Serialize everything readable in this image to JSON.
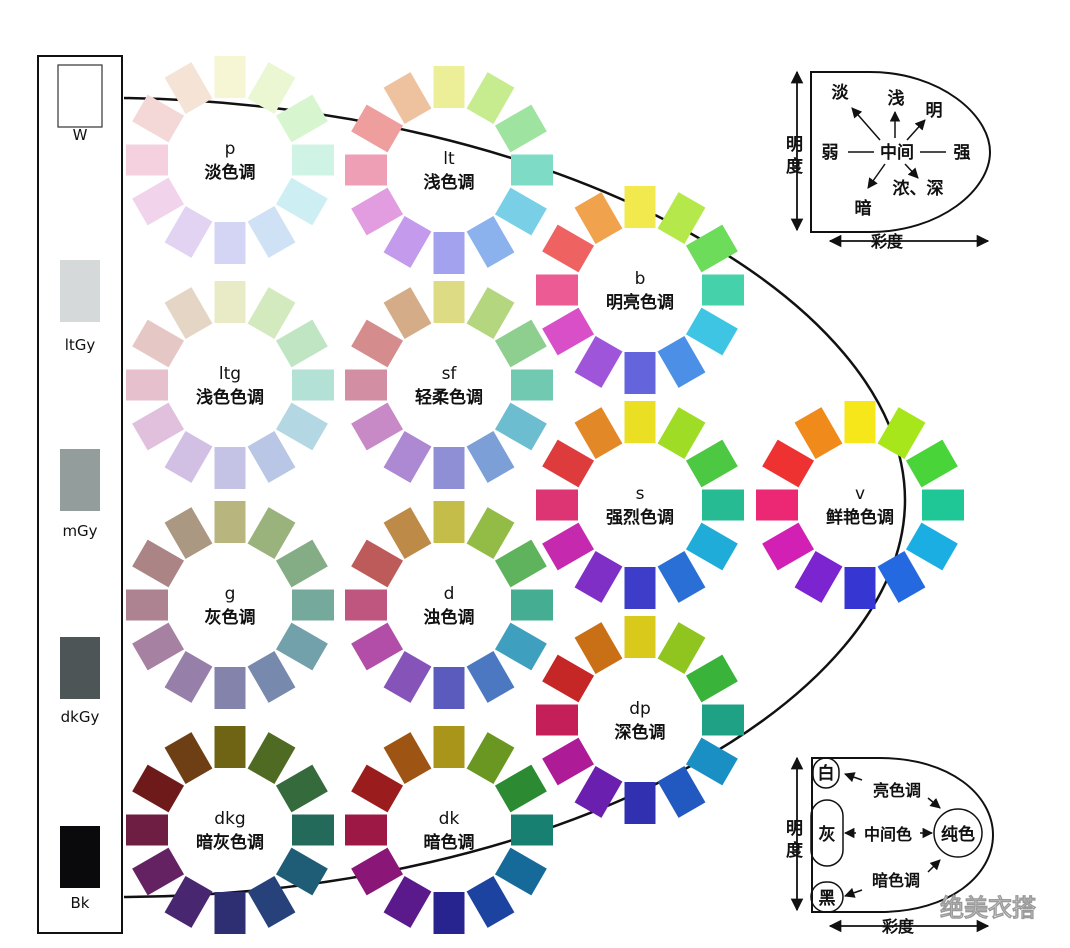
{
  "gray_scale": [
    {
      "code": "W",
      "color": "#ffffff"
    },
    {
      "code": "ltGy",
      "color": "#d6d9d9"
    },
    {
      "code": "mGy",
      "color": "#939d9b"
    },
    {
      "code": "dkGy",
      "color": "#4e5557"
    },
    {
      "code": "Bk",
      "color": "#0a0a0c"
    }
  ],
  "tones": [
    {
      "code": "p",
      "name": "淡色调",
      "colors": [
        "#f7f6d4",
        "#ebf7d2",
        "#d7f5ce",
        "#cff3e5",
        "#cdeff3",
        "#cfe1f5",
        "#d4d5f5",
        "#e3d3f3",
        "#f1d3ec",
        "#f5d0df",
        "#f4d8d8",
        "#f5e4d6"
      ]
    },
    {
      "code": "lt",
      "name": "浅色调",
      "colors": [
        "#ecef98",
        "#c7ec8f",
        "#9fe3a0",
        "#7edcc6",
        "#79cfe6",
        "#8cb2ee",
        "#a2a2ef",
        "#c49bec",
        "#e19ddf",
        "#ee9fb6",
        "#ef9e9e",
        "#eec29e"
      ]
    },
    {
      "code": "b",
      "name": "明亮色调",
      "colors": [
        "#f2e94e",
        "#b5e84a",
        "#6cdc5a",
        "#45d1aa",
        "#3fc5e4",
        "#4b8fe6",
        "#6464dc",
        "#9f55d9",
        "#d94fc7",
        "#ec5b93",
        "#ef6262",
        "#f0a24c"
      ]
    },
    {
      "code": "ltg",
      "name": "浅色色调",
      "colors": [
        "#e8ebc6",
        "#d3eabf",
        "#bfe5c2",
        "#b3e1d6",
        "#b3d7e3",
        "#b9c6e6",
        "#c4c3e6",
        "#d2bfe4",
        "#e0c0dc",
        "#e6c1cd",
        "#e5c7c5",
        "#e5d5c4"
      ]
    },
    {
      "code": "sf",
      "name": "轻柔色调",
      "colors": [
        "#dddc85",
        "#b4d67e",
        "#8ecf90",
        "#72c9b2",
        "#6dbdd0",
        "#7b9fd6",
        "#8f8fd6",
        "#ad88d3",
        "#c88ac6",
        "#d28fa4",
        "#d48c8c",
        "#d4ad88"
      ]
    },
    {
      "code": "s",
      "name": "强烈色调",
      "colors": [
        "#eadf22",
        "#9fdc26",
        "#4cc842",
        "#26bb93",
        "#20acd8",
        "#2a6fd6",
        "#3e3dc9",
        "#7f2ec6",
        "#c52aae",
        "#dd3473",
        "#de3c3c",
        "#e28826"
      ]
    },
    {
      "code": "v",
      "name": "鲜艳色调",
      "colors": [
        "#f6e71a",
        "#a8e61c",
        "#49d53a",
        "#1fc796",
        "#1aaee3",
        "#2569e0",
        "#3636d2",
        "#7c24cf",
        "#d21fb4",
        "#ec2874",
        "#ee3232",
        "#f08a1a"
      ]
    },
    {
      "code": "g",
      "name": "灰色调",
      "colors": [
        "#b9b57f",
        "#9ab27c",
        "#84ad86",
        "#74a99c",
        "#72a0ab",
        "#7889ae",
        "#8383ab",
        "#9680a9",
        "#a781a2",
        "#ad8391",
        "#ab8585",
        "#ab9882"
      ]
    },
    {
      "code": "d",
      "name": "浊色调",
      "colors": [
        "#c5bd4a",
        "#92bc46",
        "#5fb35c",
        "#45ad92",
        "#3f9fbe",
        "#4c78c2",
        "#5b5bbd",
        "#8653b9",
        "#b24ea8",
        "#be5680",
        "#bd5a5a",
        "#be8a48"
      ]
    },
    {
      "code": "dp",
      "name": "深色调",
      "colors": [
        "#d9c91a",
        "#8fc51e",
        "#3ab33a",
        "#1ea184",
        "#1a8fc3",
        "#2259c0",
        "#3030b0",
        "#6a1fae",
        "#ad1b96",
        "#c51f5a",
        "#c52626",
        "#c96f16"
      ]
    },
    {
      "code": "dkg",
      "name": "暗灰色调",
      "colors": [
        "#6e6414",
        "#4f6a22",
        "#356a3c",
        "#236a5a",
        "#1f5d77",
        "#27417a",
        "#2e2e73",
        "#482670",
        "#652263",
        "#6e1e42",
        "#6e1a1a",
        "#6e3f14"
      ]
    },
    {
      "code": "dk",
      "name": "暗色调",
      "colors": [
        "#a8951a",
        "#6a9622",
        "#2b8a32",
        "#188070",
        "#166a9a",
        "#1c43a0",
        "#27238f",
        "#5a1a8c",
        "#8a1677",
        "#9e1845",
        "#9a1c1c",
        "#9e5412"
      ]
    }
  ],
  "diagram_top": {
    "labels": {
      "dan": "淡",
      "qian": "浅",
      "ming": "明",
      "ruo": "弱",
      "zhongjian": "中间",
      "qiang": "强",
      "nong": "浓、深",
      "an": "暗"
    },
    "axis_y": "明度",
    "axis_x": "彩度"
  },
  "diagram_bottom": {
    "bai": "白",
    "hui": "灰",
    "hei": "黑",
    "chunse": "纯色",
    "liang": "亮色调",
    "zhong": "中间色",
    "an": "暗色调",
    "axis_y": "明度",
    "axis_x": "彩度"
  },
  "watermark": "绝美衣搭"
}
